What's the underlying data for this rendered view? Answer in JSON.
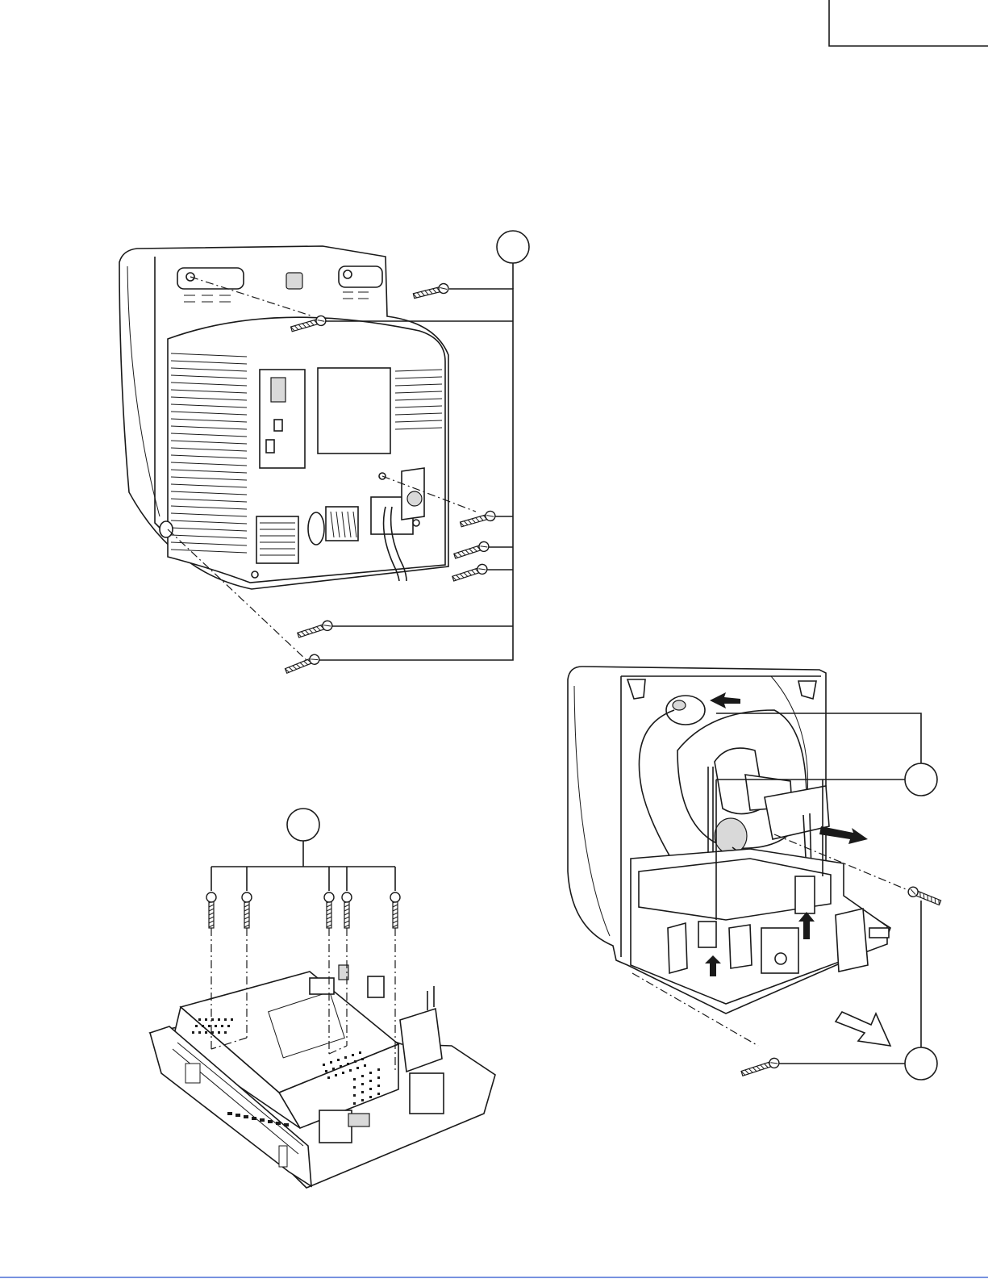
{
  "figures": [
    {
      "id": "rear-cabinet-removal",
      "callouts": [
        ""
      ]
    },
    {
      "id": "chassis-shield-removal",
      "callouts": [
        ""
      ]
    },
    {
      "id": "crt-chassis-removal",
      "callouts": [
        "",
        ""
      ]
    }
  ],
  "colors": {
    "ink": "#1a1a1a",
    "paper": "#ffffff",
    "footer_rule": "#4a6fd6"
  }
}
